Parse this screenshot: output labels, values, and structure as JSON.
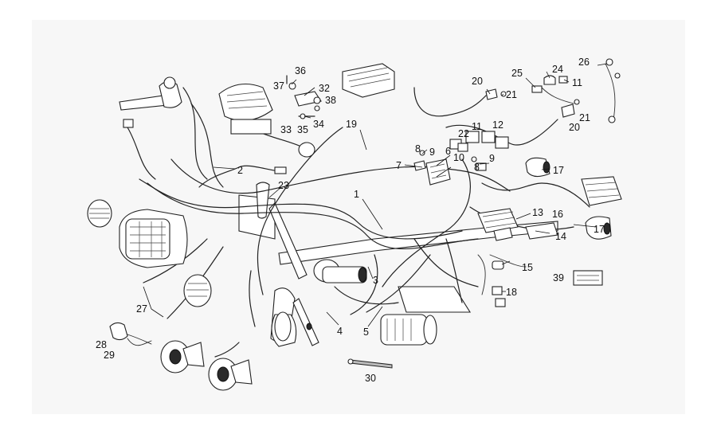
{
  "diagram": {
    "callouts": [
      {
        "id": "c1",
        "text": "1"
      },
      {
        "id": "c2",
        "text": "2"
      },
      {
        "id": "c3",
        "text": "3"
      },
      {
        "id": "c4",
        "text": "4"
      },
      {
        "id": "c5",
        "text": "5"
      },
      {
        "id": "c6",
        "text": "6"
      },
      {
        "id": "c7",
        "text": "7"
      },
      {
        "id": "c8a",
        "text": "8"
      },
      {
        "id": "c8b",
        "text": "8"
      },
      {
        "id": "c9a",
        "text": "9"
      },
      {
        "id": "c9b",
        "text": "9"
      },
      {
        "id": "c10",
        "text": "10"
      },
      {
        "id": "c11a",
        "text": "11"
      },
      {
        "id": "c11b",
        "text": "11"
      },
      {
        "id": "c12",
        "text": "12"
      },
      {
        "id": "c13",
        "text": "13"
      },
      {
        "id": "c14",
        "text": "14"
      },
      {
        "id": "c15",
        "text": "15"
      },
      {
        "id": "c16",
        "text": "16"
      },
      {
        "id": "c17a",
        "text": "17"
      },
      {
        "id": "c17b",
        "text": "17"
      },
      {
        "id": "c18",
        "text": "18"
      },
      {
        "id": "c19",
        "text": "19"
      },
      {
        "id": "c20a",
        "text": "20"
      },
      {
        "id": "c20b",
        "text": "20"
      },
      {
        "id": "c21a",
        "text": "21"
      },
      {
        "id": "c21b",
        "text": "21"
      },
      {
        "id": "c22",
        "text": "22"
      },
      {
        "id": "c23",
        "text": "23"
      },
      {
        "id": "c24",
        "text": "24"
      },
      {
        "id": "c25",
        "text": "25"
      },
      {
        "id": "c26",
        "text": "26"
      },
      {
        "id": "c27",
        "text": "27"
      },
      {
        "id": "c28",
        "text": "28"
      },
      {
        "id": "c29",
        "text": "29"
      },
      {
        "id": "c30",
        "text": "30"
      },
      {
        "id": "c32",
        "text": "32"
      },
      {
        "id": "c33",
        "text": "33"
      },
      {
        "id": "c34",
        "text": "34"
      },
      {
        "id": "c35",
        "text": "35"
      },
      {
        "id": "c36",
        "text": "36"
      },
      {
        "id": "c37",
        "text": "37"
      },
      {
        "id": "c38",
        "text": "38"
      },
      {
        "id": "c39",
        "text": "39"
      }
    ]
  }
}
